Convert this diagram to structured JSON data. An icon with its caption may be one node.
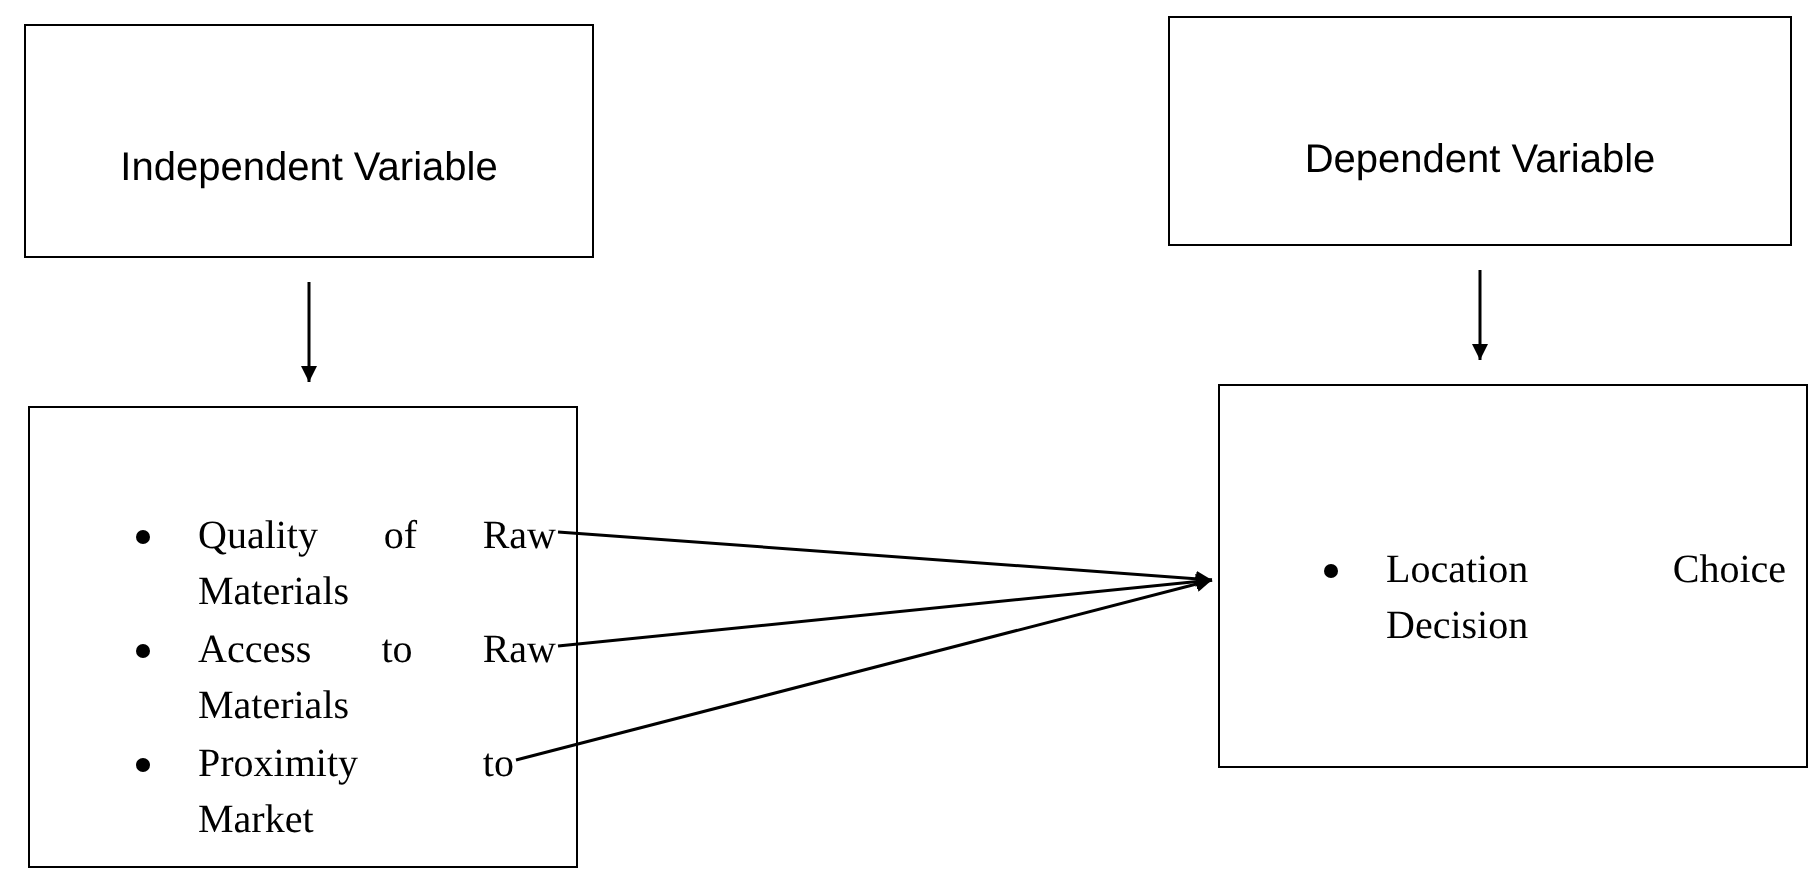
{
  "diagram": {
    "nodes": [
      {
        "text": [
          "Independent Variable"
        ]
      },
      {
        "text": [
          "Dependent Variable"
        ]
      },
      {
        "text": [],
        "shape": "box"
      },
      {
        "text": [
          "Quality of Raw Materials"
        ],
        "in": 2
      },
      {
        "text": [
          "Access to Raw Materials"
        ],
        "in": 2
      },
      {
        "text": [
          "Proximity to Market"
        ],
        "in": 2
      },
      {
        "text": [
          "Location Choice Decision"
        ]
      }
    ],
    "edges": [
      {
        "from": 0,
        "to": 2,
        "arrow": "to"
      },
      {
        "from": 1,
        "to": 6,
        "arrow": "to"
      },
      {
        "from": 3,
        "to": 6,
        "arrow": "to"
      },
      {
        "from": 4,
        "to": 6,
        "arrow": "to"
      },
      {
        "from": 5,
        "to": 6,
        "arrow": "to"
      }
    ]
  }
}
